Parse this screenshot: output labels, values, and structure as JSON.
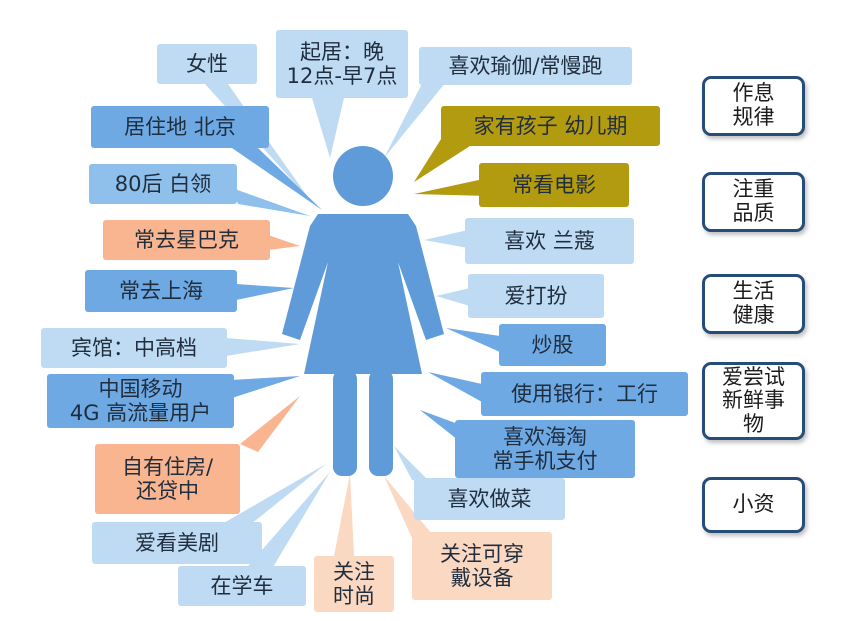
{
  "colors": {
    "figure": "#5e9bd8",
    "light": "#bfdbf3",
    "mid": "#8fc0ec",
    "strong": "#6ea9e4",
    "gold": "#b39b0f",
    "orange": "#f8b58f",
    "peach": "#fbd8c2",
    "side_border": "#264d79"
  },
  "figure_icon": "woman-icon",
  "tags": {
    "female": "女性",
    "schedule": "起居：晚\n12点-早7点",
    "yoga": "喜欢瑜伽/常慢跑",
    "beijing": "居住地 北京",
    "child": "家有孩子 幼儿期",
    "post80": "80后 白领",
    "movies": "常看电影",
    "starbucks": "常去星巴克",
    "lancome": "喜欢 兰蔻",
    "shanghai": "常去上海",
    "dressup": "爱打扮",
    "hotel": "宾馆：中高档",
    "stocks": "炒股",
    "mobile": "中国移动\n4G 高流量用户",
    "bank": "使用银行：工行",
    "house": "自有住房/\n还贷中",
    "haitao": "喜欢海淘\n常手机支付",
    "cooking": "喜欢做菜",
    "drama": "爱看美剧",
    "wearable": "关注可穿\n戴设备",
    "driving": "在学车",
    "fashion": "关注\n时尚"
  },
  "side_labels": {
    "routine": "作息\n规律",
    "quality": "注重\n品质",
    "health": "生活\n健康",
    "novelty": "爱尝试\n新鲜事\n物",
    "petty": "小资"
  }
}
